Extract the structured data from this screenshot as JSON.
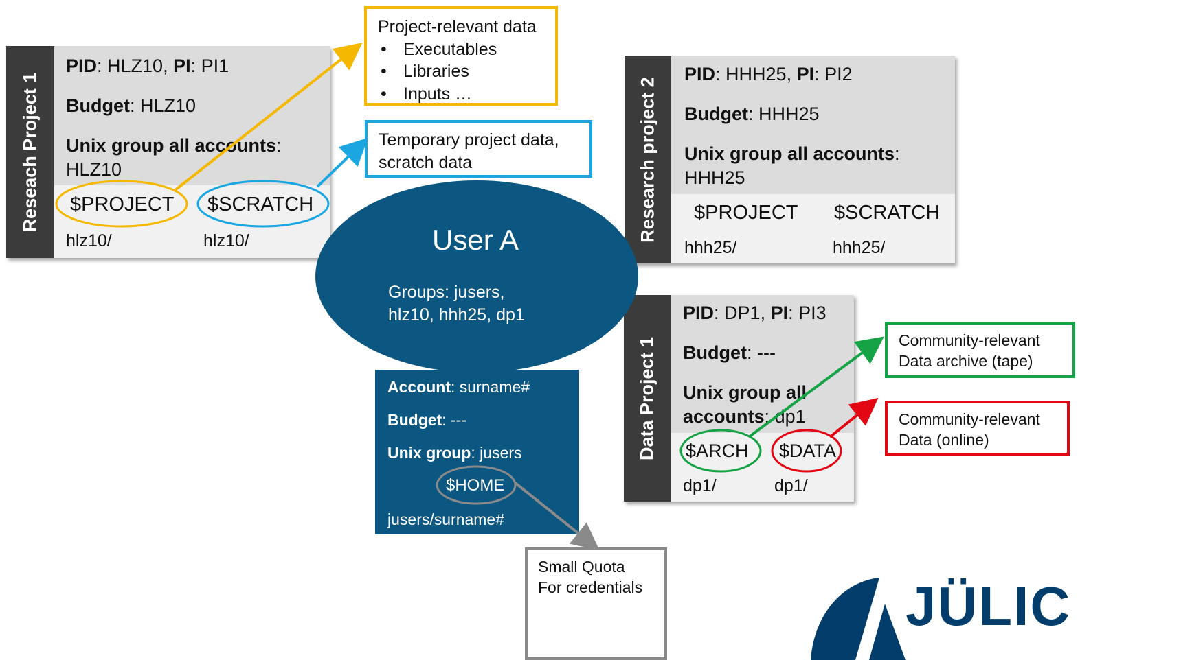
{
  "project1": {
    "label": "Reseach Project 1",
    "pid_label": "PID",
    "pid_value": "HLZ10",
    "pi_label": "PI",
    "pi_value": "PI1",
    "budget_label": "Budget",
    "budget_value": "HLZ10",
    "unix_label": "Unix group all accounts",
    "unix_value": "HLZ10",
    "slot1": "$PROJECT",
    "slot2": "$SCRATCH",
    "path1": "hlz10/",
    "path2": "hlz10/"
  },
  "project2": {
    "label": "Research project 2",
    "pid_label": "PID",
    "pid_value": "HHH25",
    "pi_label": "PI",
    "pi_value": "PI2",
    "budget_label": "Budget",
    "budget_value": "HHH25",
    "unix_label": "Unix group all accounts",
    "unix_value": "HHH25",
    "slot1": "$PROJECT",
    "slot2": "$SCRATCH",
    "path1": "hhh25/",
    "path2": "hhh25/"
  },
  "data_project": {
    "label": "Data Project 1",
    "pid_label": "PID",
    "pid_value": "DP1",
    "pi_label": "PI",
    "pi_value": "PI3",
    "budget_label": "Budget",
    "budget_value": "---",
    "unix_label_line1": "Unix group all",
    "unix_label_line2": "accounts",
    "unix_value": "dp1",
    "slot1": "$ARCH",
    "slot2": "$DATA",
    "path1": "dp1/",
    "path2": "dp1/"
  },
  "user": {
    "title": "User A",
    "groups_line1": "Groups: jusers,",
    "groups_line2": "hlz10, hhh25, dp1",
    "account_label": "Account",
    "account_value": "surname#",
    "budget_label": "Budget",
    "budget_value": "---",
    "unix_label": "Unix group",
    "unix_value": "jusers",
    "home": "$HOME",
    "home_path": "jusers/surname#"
  },
  "callouts": {
    "project_data": {
      "title": "Project-relevant data",
      "items": [
        "Executables",
        "Libraries",
        "Inputs …"
      ]
    },
    "scratch": {
      "line1": "Temporary project data,",
      "line2": "scratch data"
    },
    "archive": {
      "line1": "Community-relevant",
      "line2": "Data archive (tape)"
    },
    "online": {
      "line1": "Community-relevant",
      "line2": "Data (online)"
    },
    "quota": {
      "line1": "Small Quota",
      "line2": "For credentials"
    }
  },
  "logo": {
    "text": "JÜLICH"
  },
  "colors": {
    "yellow": "#f5b800",
    "cyan": "#1aa7e1",
    "green": "#16a346",
    "red": "#e30613",
    "gray": "#8a8a8a",
    "user_blue": "#0b5782",
    "strip": "#3b3b3b",
    "logo_blue": "#023d6b"
  }
}
